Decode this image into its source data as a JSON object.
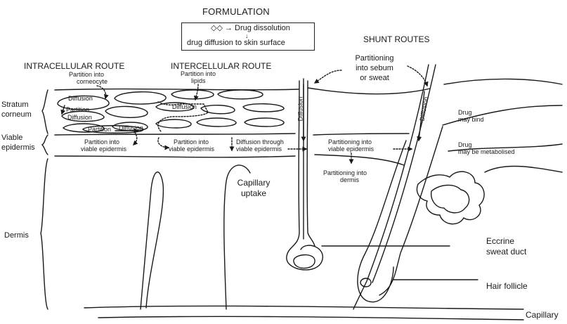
{
  "formulation": {
    "title": "FORMULATION",
    "line1": "◇◇ → Drug dissolution",
    "arrow": "↓",
    "line2": "drug diffusion to skin surface"
  },
  "routes": {
    "intracellular": "INTRACELLULAR ROUTE",
    "intercellular": "INTERCELLULAR ROUTE",
    "shunt": "SHUNT ROUTES"
  },
  "layers": {
    "stratum_line1": "Stratum",
    "stratum_line2": "corneum",
    "viable_line1": "Viable",
    "viable_line2": "epidermis",
    "dermis": "Dermis"
  },
  "labels": {
    "partition_corneocyte_1": "Partition into",
    "partition_corneocyte_2": "corneocyte",
    "diffusion_1": "Diffusion",
    "partition_a": "Partition",
    "diffusion_2": "Diffusion",
    "partition_b": "Partition",
    "diffusion_3": "Diffusion",
    "partition_lipids_1": "Partition into",
    "partition_lipids_2": "lipids",
    "diffusion_lipid": "Diffusion",
    "partition_viable_1a": "Partition into",
    "partition_viable_1b": "viable epidermis",
    "partition_viable_2a": "Partition into",
    "partition_viable_2b": "viable epidermis",
    "diffusion_through_1": "Diffusion through",
    "diffusion_through_2": "viable epidermis",
    "partitioning_sebum_1": "Partitioning",
    "partitioning_sebum_2": "into sebum",
    "partitioning_sebum_3": "or sweat",
    "diffusion_duct": "Diffusion",
    "diffusion_follicle": "Diffusion",
    "partitioning_viable_1": "Partitioning into",
    "partitioning_viable_2": "viable epidermis",
    "partitioning_dermis_1": "Partitioning into",
    "partitioning_dermis_2": "dermis",
    "drug_bind_1": "Drug",
    "drug_bind_2": "may bind",
    "drug_metab_1": "Drug",
    "drug_metab_2": "may be metabolised",
    "capillary_uptake_1": "Capillary",
    "capillary_uptake_2": "uptake",
    "eccrine_1": "Eccrine",
    "eccrine_2": "sweat duct",
    "hair_follicle": "Hair follicle",
    "capillary": "Capillary"
  },
  "colors": {
    "ink": "#1a1a1a",
    "background": "#ffffff"
  }
}
